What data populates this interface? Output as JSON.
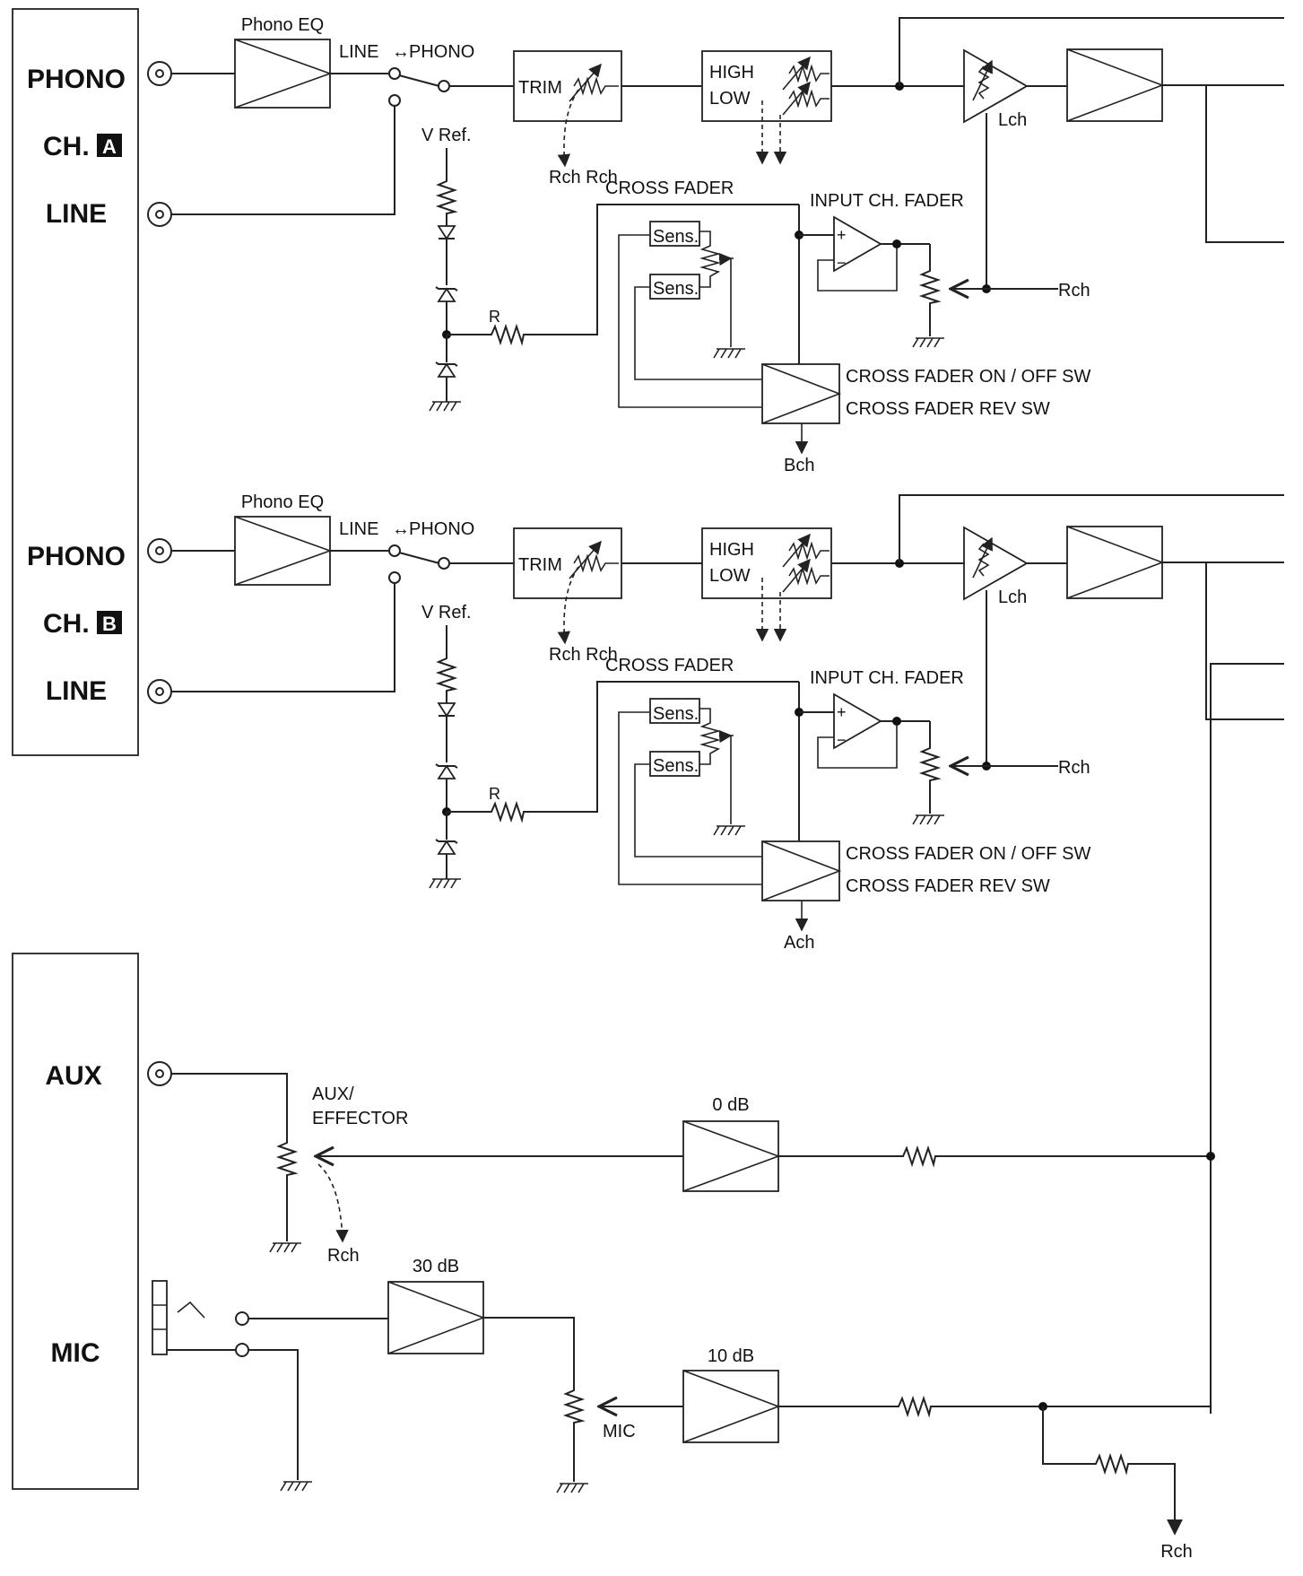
{
  "channels": [
    {
      "phono_label": "PHONO",
      "ch_label": "CH.",
      "ch_letter": "A",
      "line_label": "LINE",
      "phono_eq": "Phono EQ",
      "switch_line": "LINE",
      "switch_arrow": "↔",
      "switch_phono": "PHONO",
      "trim": "TRIM",
      "high": "HIGH",
      "low": "LOW",
      "vref": "V Ref.",
      "rch_rch": "Rch Rch",
      "cross_fader": "CROSS FADER",
      "input_ch_fader": "INPUT CH. FADER",
      "sens_1": "Sens.",
      "sens_2": "Sens.",
      "r_label": "R",
      "lch": "Lch",
      "rch": "Rch",
      "plus": "+",
      "minus": "−",
      "cf_on_off": "CROSS FADER ON / OFF SW",
      "cf_rev": "CROSS FADER REV SW",
      "out_ch": "Bch"
    },
    {
      "phono_label": "PHONO",
      "ch_label": "CH.",
      "ch_letter": "B",
      "line_label": "LINE",
      "phono_eq": "Phono EQ",
      "switch_line": "LINE",
      "switch_arrow": "↔",
      "switch_phono": "PHONO",
      "trim": "TRIM",
      "high": "HIGH",
      "low": "LOW",
      "vref": "V Ref.",
      "rch_rch": "Rch Rch",
      "cross_fader": "CROSS FADER",
      "input_ch_fader": "INPUT CH. FADER",
      "sens_1": "Sens.",
      "sens_2": "Sens.",
      "r_label": "R",
      "lch": "Lch",
      "rch": "Rch",
      "plus": "+",
      "minus": "−",
      "cf_on_off": "CROSS FADER ON / OFF SW",
      "cf_rev": "CROSS FADER REV SW",
      "out_ch": "Ach"
    }
  ],
  "aux": {
    "label": "AUX",
    "effector_1": "AUX/",
    "effector_2": "EFFECTOR",
    "amp_gain": "0 dB",
    "rch": "Rch"
  },
  "mic": {
    "label": "MIC",
    "preamp_gain": "30 dB",
    "amp_gain": "10 dB",
    "pot_label": "MIC",
    "rch": "Rch"
  }
}
